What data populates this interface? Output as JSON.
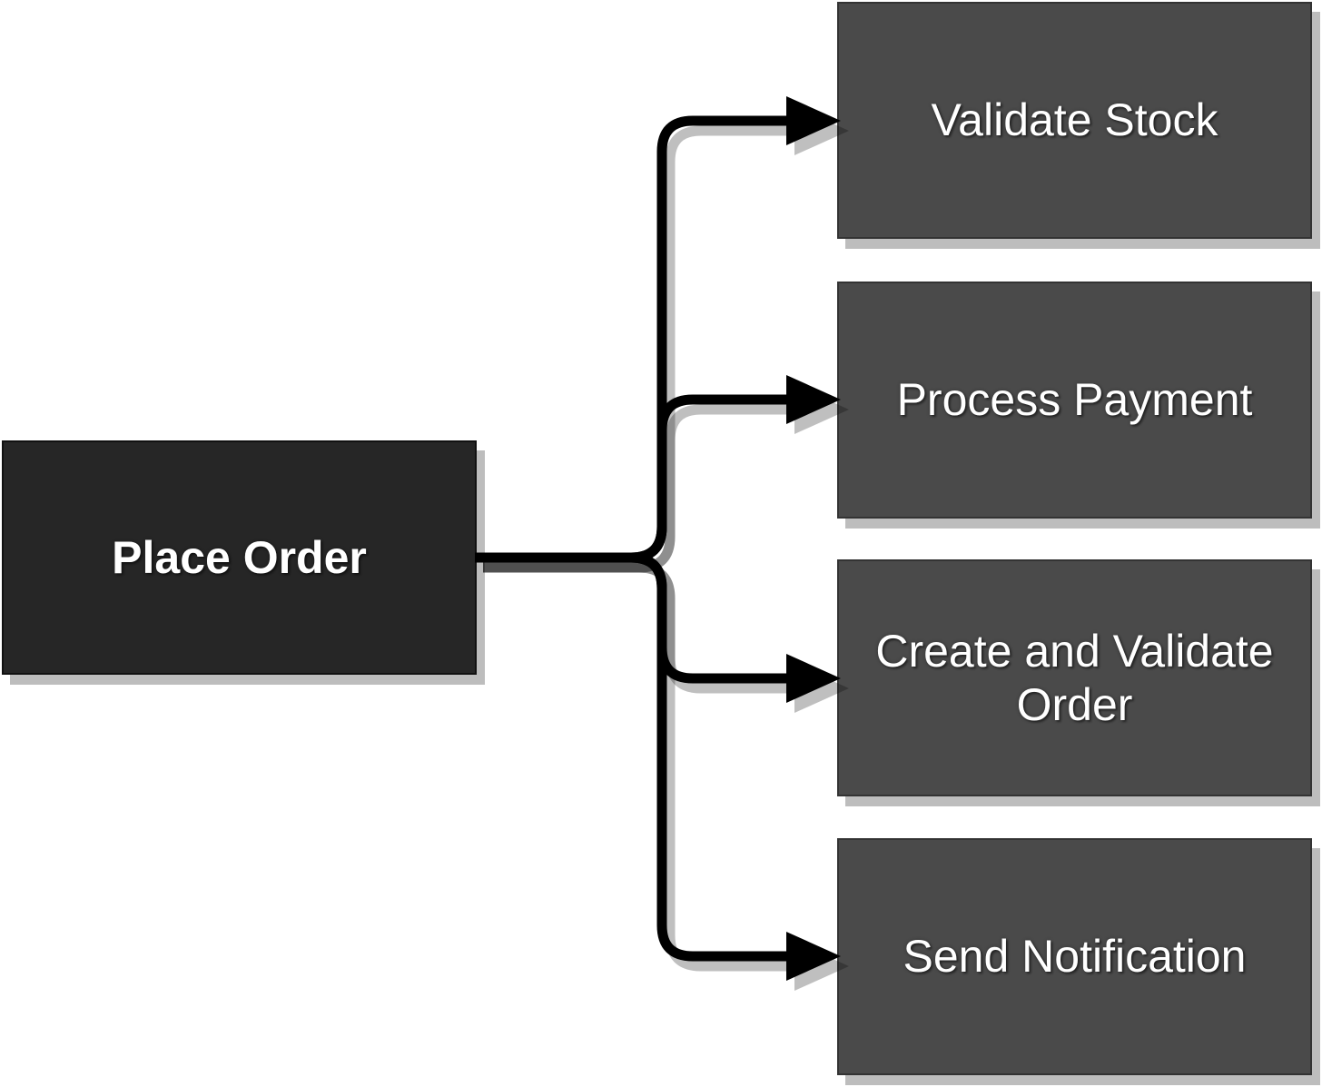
{
  "diagram": {
    "type": "flowchart",
    "source_node": {
      "label": "Place Order"
    },
    "target_nodes": [
      {
        "label": "Validate Stock"
      },
      {
        "label": "Process Payment"
      },
      {
        "label": "Create and Validate Order"
      },
      {
        "label": "Send Notification"
      }
    ],
    "colors": {
      "source_fill": "#262626",
      "target_fill": "#4a4a4a",
      "text": "#ffffff",
      "connector": "#000000",
      "shadow_gray": "#bfbfbf",
      "background": "#ffffff"
    }
  }
}
